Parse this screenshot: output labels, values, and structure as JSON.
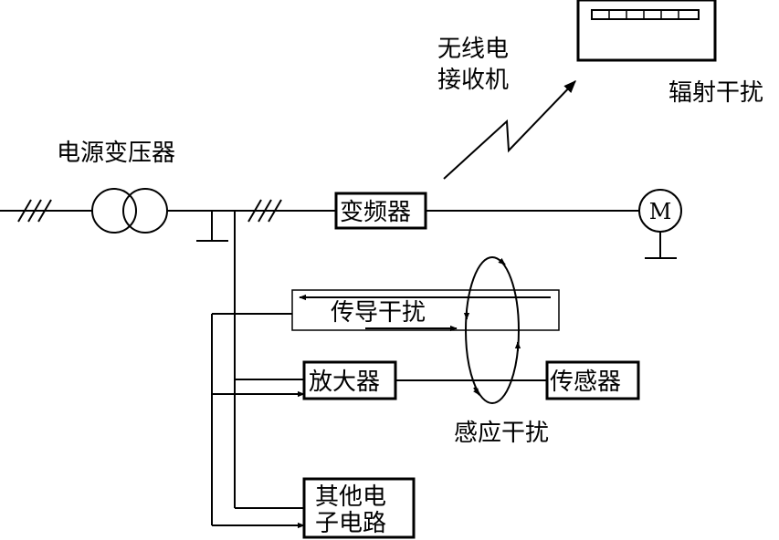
{
  "labels": {
    "transformer": "电源变压器",
    "radio_line1": "无线电",
    "radio_line2": "接收机",
    "radiated": "辐射干扰",
    "inverter": "变频器",
    "motor": "M",
    "conducted": "传导干扰",
    "amplifier": "放大器",
    "sensor": "传感器",
    "induced": "感应干扰",
    "other_line1": "其他电",
    "other_line2": "子电路"
  },
  "colors": {
    "line": "#000000",
    "background": "#ffffff"
  },
  "icons": {
    "transformer": "transformer-symbol-icon",
    "motor": "motor-icon",
    "ground": "ground-icon",
    "receiver_display": "receiver-display-icon"
  }
}
